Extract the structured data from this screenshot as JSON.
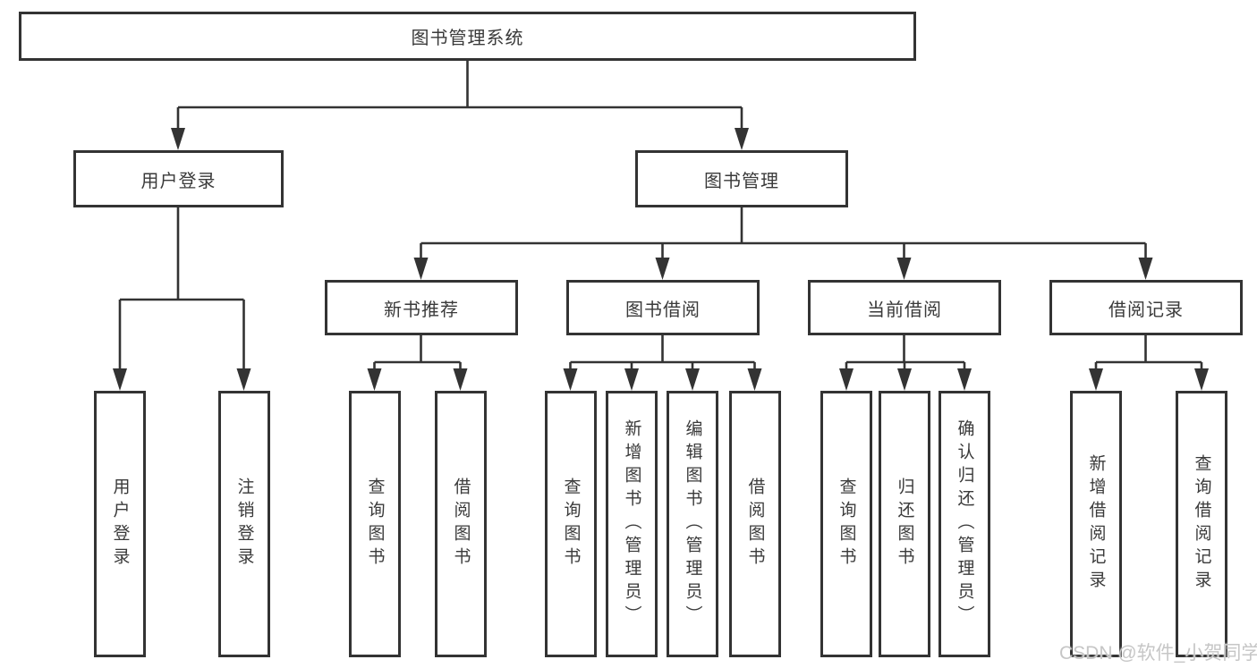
{
  "diagram": {
    "type": "tree-structure-diagram",
    "colors": {
      "line": "#333333",
      "box_border": "#333333",
      "box_fill": "#ffffff",
      "text": "#3a3a3a",
      "watermark": "#c6c6c6",
      "background": "#ffffff"
    },
    "tree": {
      "root": "图书管理系统",
      "children": [
        {
          "label": "用户登录",
          "children": [
            "用户登录",
            "注销登录"
          ]
        },
        {
          "label": "图书管理",
          "children": [
            {
              "label": "新书推荐",
              "children": [
                "查询图书",
                "借阅图书"
              ]
            },
            {
              "label": "图书借阅",
              "children": [
                "查询图书",
                "新增图书（管理员）",
                "编辑图书（管理员）",
                "借阅图书"
              ]
            },
            {
              "label": "当前借阅",
              "children": [
                "查询图书",
                "归还图书",
                "确认归还（管理员）"
              ]
            },
            {
              "label": "借阅记录",
              "children": [
                "新增借阅记录",
                "查询借阅记录"
              ]
            }
          ]
        }
      ]
    },
    "watermark": {
      "text": "CSDN @软件_小贺同学"
    }
  }
}
